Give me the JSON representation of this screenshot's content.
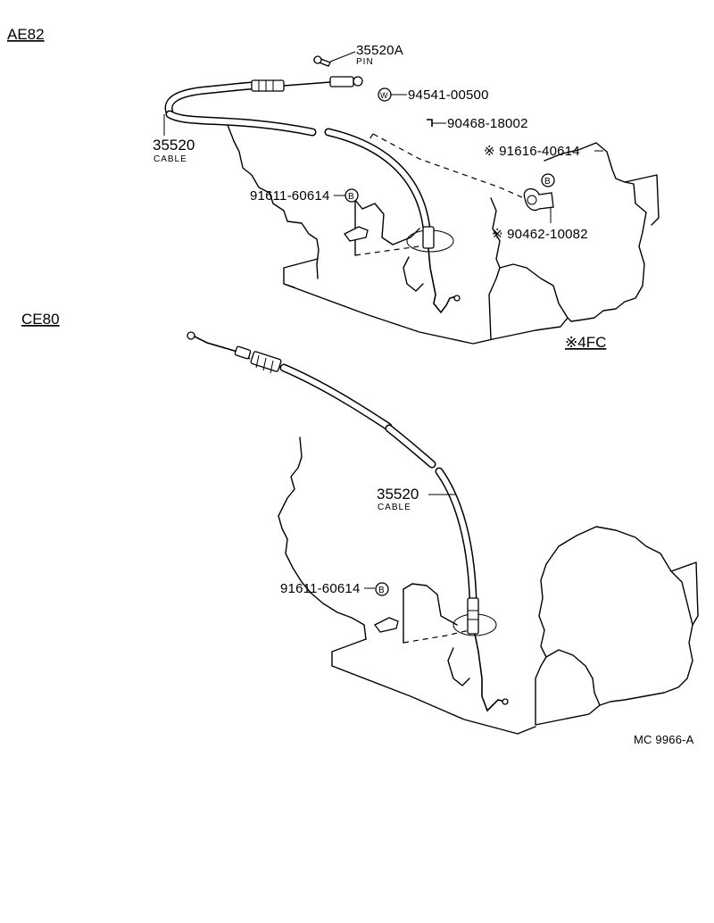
{
  "sections": {
    "ae82": "AE82",
    "ce80": "CE80",
    "fc_note": "※4FC"
  },
  "ae82_parts": {
    "pin_number": "35520A",
    "pin_name": "PIN",
    "washer_number": "94541-00500",
    "washer_symbol": "W",
    "screw_number": "90468-18002",
    "clamp_number": "※ 91616-40614",
    "clamp_symbol": "B",
    "clip_number": "※ 90462-10082",
    "cable_number": "35520",
    "cable_name": "CABLE",
    "bolt_number": "91611-60614",
    "bolt_symbol": "B"
  },
  "ce80_parts": {
    "cable_number": "35520",
    "cable_name": "CABLE",
    "bolt_number": "91611-60614",
    "bolt_symbol": "B"
  },
  "footer": {
    "drawing_code": "MC  9966-A"
  }
}
